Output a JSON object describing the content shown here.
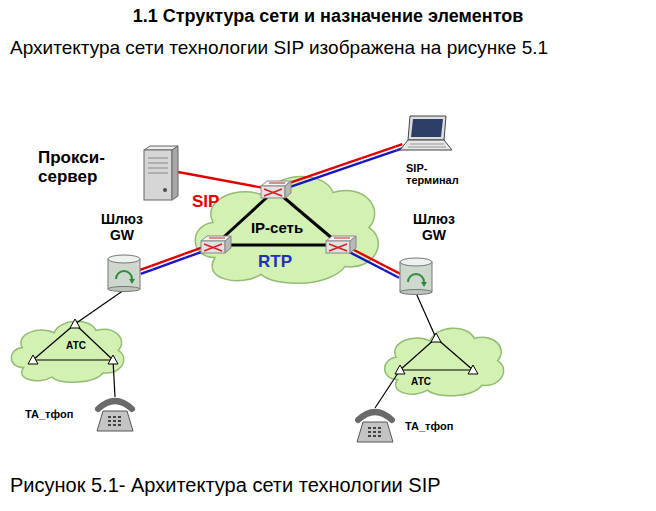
{
  "diagram": {
    "title": "1.1 Структура сети и назначение элементов",
    "caption": "Рисунок 5.1- Архитектура сети технологии SIP",
    "nodes": [
      {
        "text": [
          "Прокси- сервер"
        ]
      },
      {
        "text": [
          "SIP- терминал"
        ]
      },
      {
        "text": [
          "Шлюз GW"
        ]
      },
      {
        "text": [
          "IP-сеть"
        ]
      },
      {
        "text": [
          "Шлюз GW"
        ]
      },
      {
        "text": [
          "АТС"
        ]
      },
      {
        "text": [
          "АТС"
        ]
      },
      {
        "text": [
          "ТА_тфоп"
        ]
      },
      {
        "text": [
          "ТА_тфоп"
        ]
      }
    ],
    "edges": [
      {
        "from": 0,
        "to": 3,
        "arrow": "none"
      },
      {
        "from": 1,
        "to": 3,
        "arrow": "none"
      },
      {
        "from": 2,
        "to": 3,
        "arrow": "none"
      },
      {
        "from": 4,
        "to": 3,
        "arrow": "none"
      },
      {
        "from": 2,
        "to": 5,
        "arrow": "none"
      },
      {
        "from": 4,
        "to": 6,
        "arrow": "none"
      },
      {
        "from": 5,
        "to": 7,
        "arrow": "none"
      },
      {
        "from": 6,
        "to": 8,
        "arrow": "none"
      }
    ],
    "labels": [
      "Архитектура сети технологии SIP изображена на рисунке 5.1",
      "SIP",
      "RTP"
    ]
  }
}
